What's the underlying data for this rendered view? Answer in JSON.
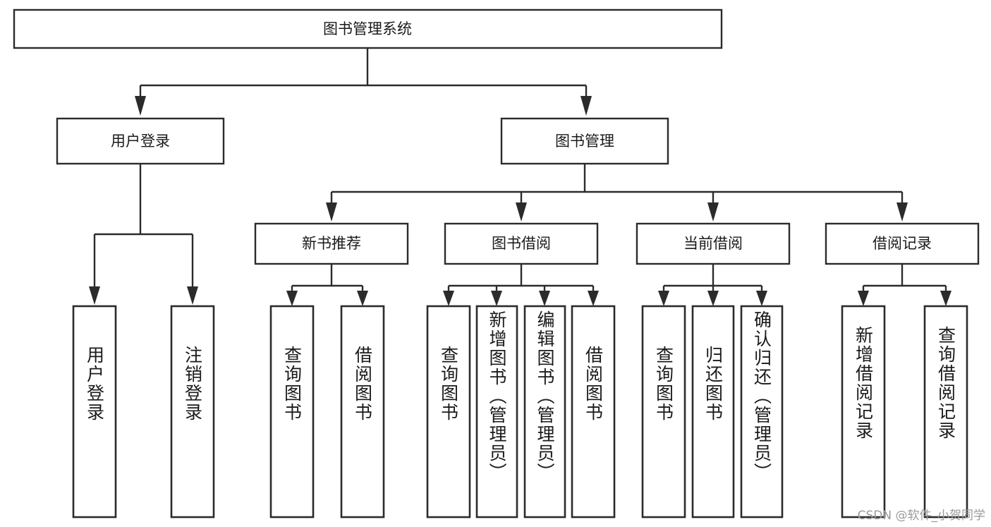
{
  "diagram": {
    "type": "tree",
    "title": "图书管理系统",
    "watermark": "CSDN @软件_小贺同学",
    "colors": {
      "box_stroke": "#2b2b2b",
      "box_fill": "#ffffff",
      "text": "#1a1a1a",
      "background": "#ffffff",
      "watermark": "#9a9a9a"
    },
    "root": {
      "label": "图书管理系统"
    },
    "level2": [
      {
        "label": "用户登录"
      },
      {
        "label": "图书管理"
      }
    ],
    "level3": [
      {
        "label": "新书推荐"
      },
      {
        "label": "图书借阅"
      },
      {
        "label": "当前借阅"
      },
      {
        "label": "借阅记录"
      }
    ],
    "leaves": {
      "user_login": [
        {
          "label": "用户登录"
        },
        {
          "label": "注销登录"
        }
      ],
      "new_book": [
        {
          "label": "查询图书"
        },
        {
          "label": "借阅图书"
        }
      ],
      "book_borrow": [
        {
          "label": "查询图书"
        },
        {
          "label": "新增图书（管理员）"
        },
        {
          "label": "编辑图书（管理员）"
        },
        {
          "label": "借阅图书"
        }
      ],
      "current_borrow": [
        {
          "label": "查询图书"
        },
        {
          "label": "归还图书"
        },
        {
          "label": "确认归还（管理员）"
        }
      ],
      "borrow_record": [
        {
          "label": "新增借阅记录"
        },
        {
          "label": "查询借阅记录"
        }
      ]
    }
  }
}
